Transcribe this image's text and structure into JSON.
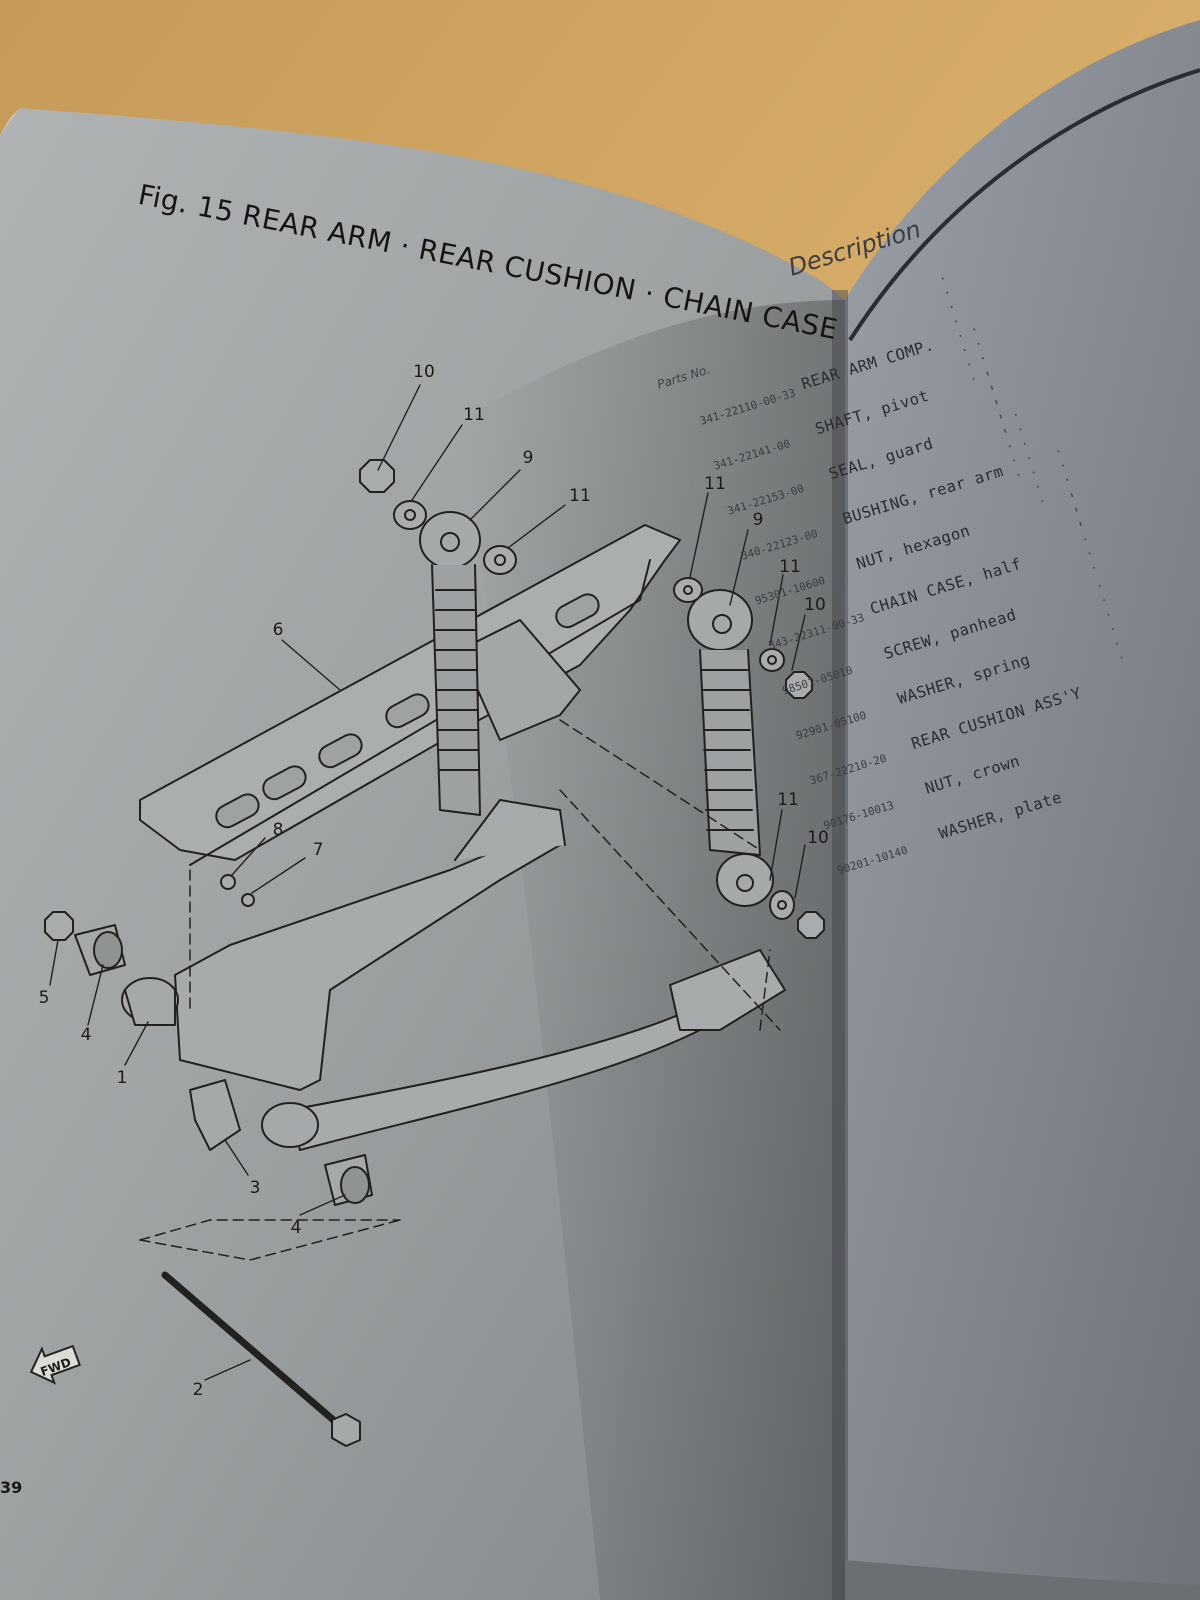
{
  "left_page": {
    "figure_title": "Fig. 15 REAR ARM · REAR CUSHION · CHAIN CASE",
    "page_number": "39",
    "fwd_icon_label": "FWD",
    "callouts": [
      "10",
      "11",
      "9",
      "11",
      "11",
      "9",
      "11",
      "10",
      "6",
      "8",
      "7",
      "11",
      "10",
      "5",
      "4",
      "1",
      "3",
      "4",
      "2"
    ]
  },
  "right_page": {
    "column_headers": {
      "part_no": "Parts No.",
      "description": "Description"
    },
    "rows": [
      {
        "part_no": "341-22110-00-33",
        "description": "REAR ARM COMP."
      },
      {
        "part_no": "341-22141-00",
        "description": "SHAFT, pivot"
      },
      {
        "part_no": "341-22153-00",
        "description": "SEAL, guard"
      },
      {
        "part_no": "340-22123-00",
        "description": "BUSHING, rear arm"
      },
      {
        "part_no": "95301-10600",
        "description": "NUT, hexagon"
      },
      {
        "part_no": "343-22311-00-33",
        "description": "CHAIN CASE, half"
      },
      {
        "part_no": "98501-05010",
        "description": "SCREW, panhead"
      },
      {
        "part_no": "92901-05100",
        "description": "WASHER, spring"
      },
      {
        "part_no": "367-22210-20",
        "description": "REAR CUSHION ASS'Y"
      },
      {
        "part_no": "90176-10013",
        "description": "NUT, crown"
      },
      {
        "part_no": "90201-10140",
        "description": "WASHER, plate"
      }
    ]
  }
}
